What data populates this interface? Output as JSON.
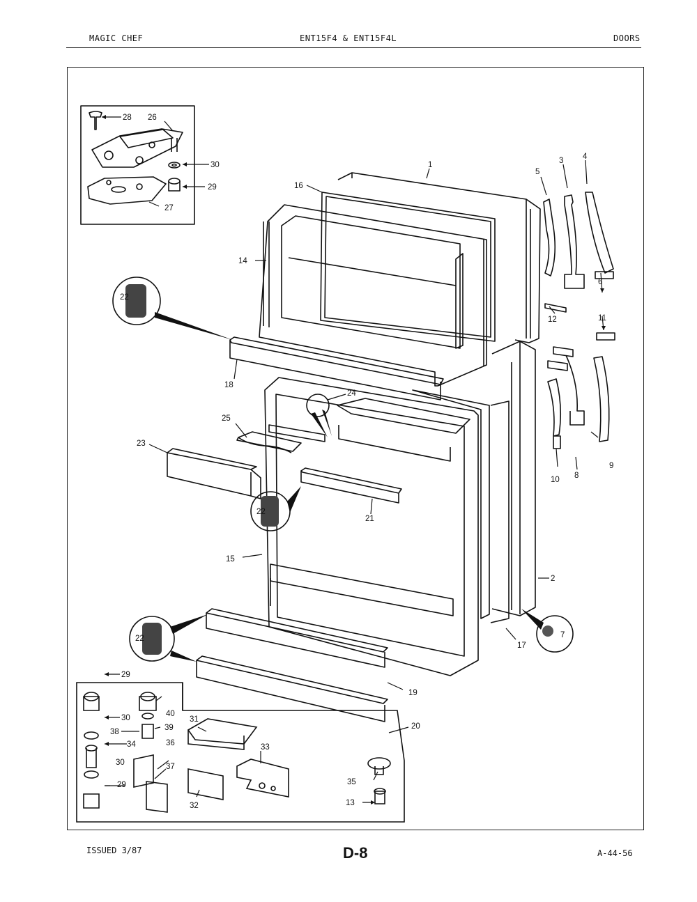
{
  "header": {
    "brand": "MAGIC CHEF",
    "model": "ENT15F4 & ENT15F4L",
    "section": "DOORS"
  },
  "footer": {
    "issued": "ISSUED 3/87",
    "page": "D-8",
    "code": "A-44-56"
  },
  "callouts": {
    "c1": "1",
    "c2": "2",
    "c3": "3",
    "c4": "4",
    "c5": "5",
    "c6": "6",
    "c7": "7",
    "c8": "8",
    "c9": "9",
    "c10": "10",
    "c11": "11",
    "c12": "12",
    "c13": "13",
    "c14": "14",
    "c15": "15",
    "c16": "16",
    "c17": "17",
    "c18": "18",
    "c19": "19",
    "c20": "20",
    "c21": "21",
    "c22a": "22",
    "c22b": "22",
    "c22c": "22",
    "c23": "23",
    "c24": "24",
    "c25": "25",
    "c26": "26",
    "c27": "27",
    "c28": "28",
    "c29a": "29",
    "c29b": "29",
    "c29c": "29",
    "c30a": "30",
    "c30b": "30",
    "c30c": "30",
    "c31": "31",
    "c32": "32",
    "c33": "33",
    "c34": "34",
    "c35": "35",
    "c36": "36",
    "c37": "37",
    "c38": "38",
    "c39": "39",
    "c40": "40"
  }
}
